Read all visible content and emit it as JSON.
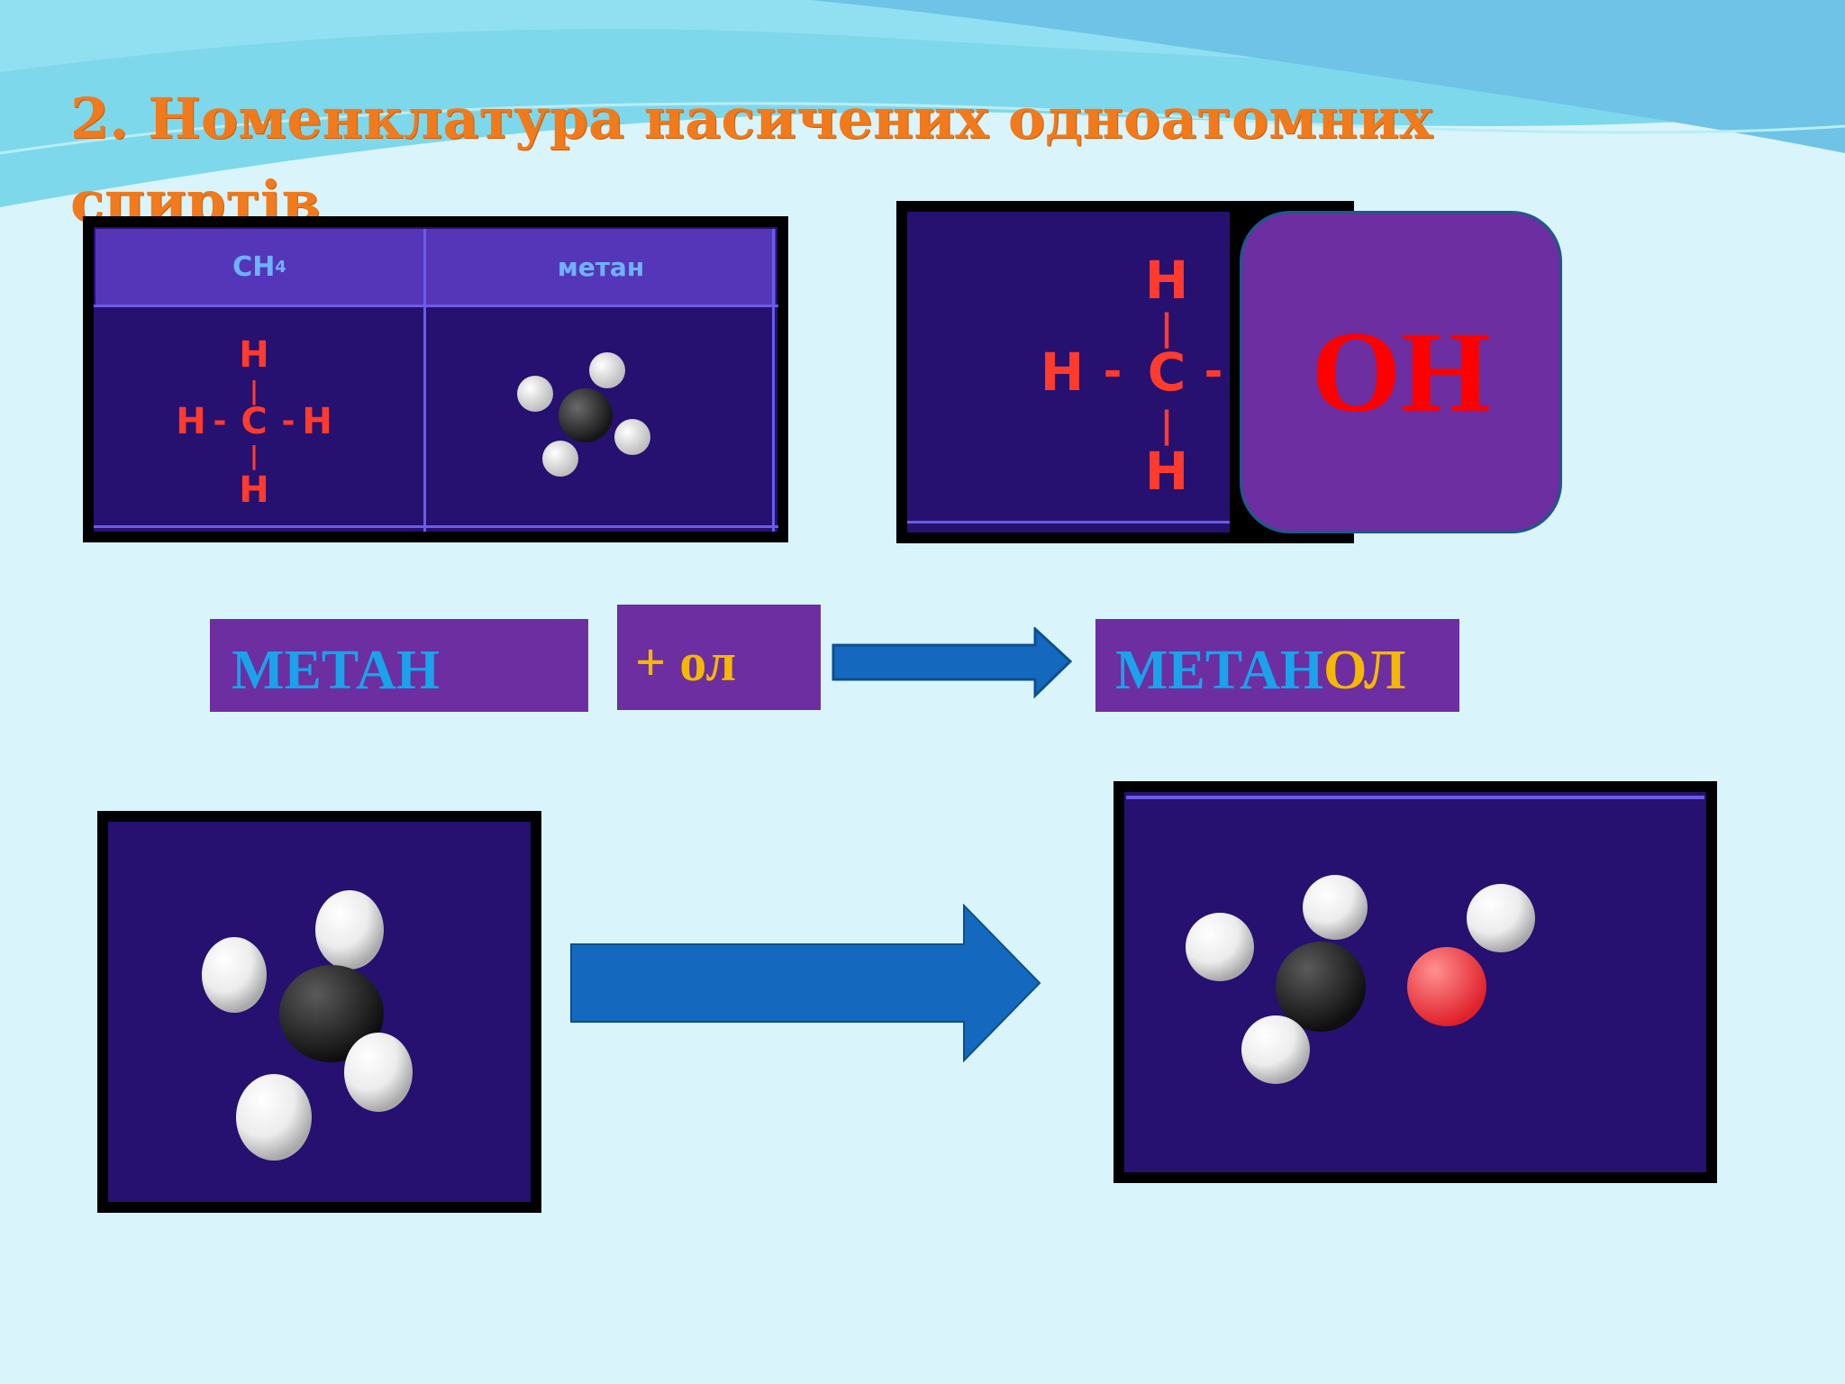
{
  "title": {
    "line1": "2. Номенклатура  насичених  одноатомних",
    "line2": "спиртів"
  },
  "methane_table": {
    "formula": "CH",
    "formula_sub": "4",
    "name": "метан"
  },
  "structural": {
    "h": "H",
    "c": "C",
    "dash_h": "-",
    "dash_v": "|"
  },
  "oh_label": "ОН",
  "naming": {
    "base": "МЕТАН",
    "suffix_label": "+ ол",
    "result_base": "МЕТАН",
    "result_suffix": "ОЛ"
  },
  "colors": {
    "title": "#f07a1c",
    "word_blue": "#1aa2ea",
    "word_yellow": "#f5b800",
    "oh_red": "#ff0000",
    "box_purple": "#6c2ea0",
    "arrow_blue": "#1469bf"
  }
}
